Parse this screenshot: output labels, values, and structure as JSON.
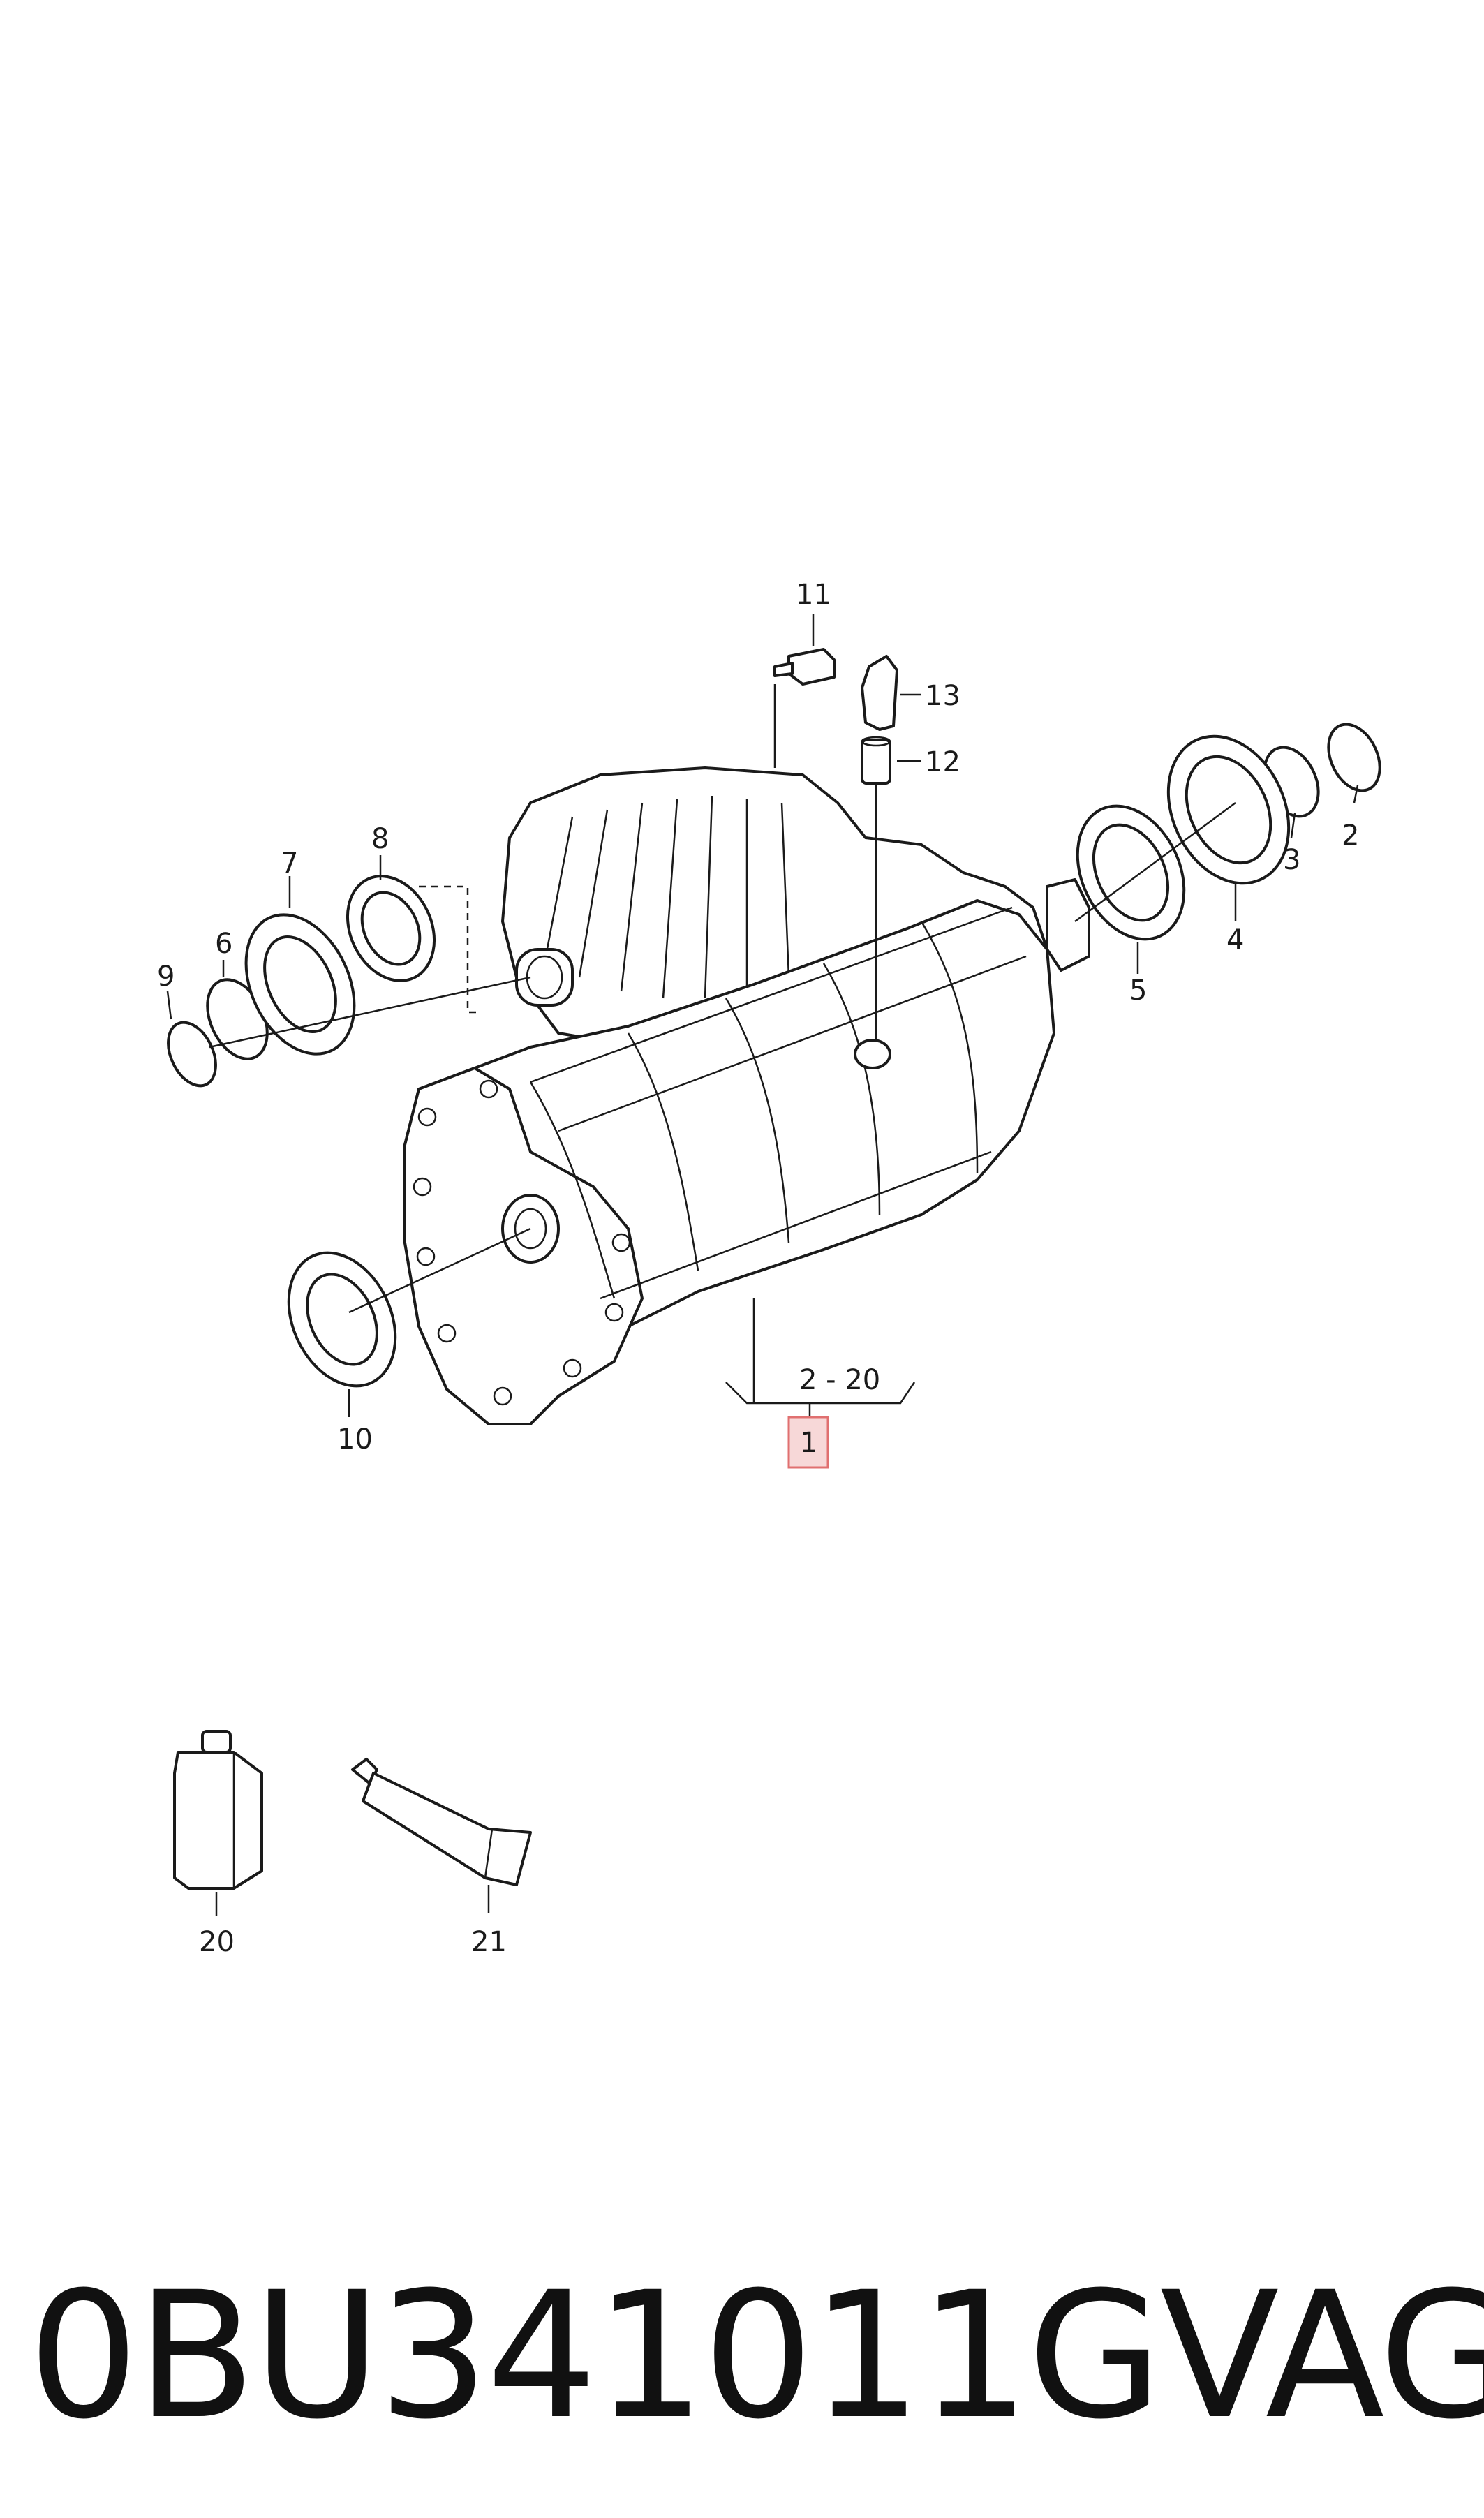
{
  "diagram": {
    "range_label": "2 - 20",
    "group_number": "1",
    "part_numbers": {
      "p2": "2",
      "p3": "3",
      "p4": "4",
      "p5": "5",
      "p6": "6",
      "p7": "7",
      "p8": "8",
      "p9": "9",
      "p10": "10",
      "p11": "11",
      "p12": "12",
      "p13": "13",
      "p20": "20",
      "p21": "21"
    },
    "highlight_color": "#e07070"
  },
  "footer": {
    "part_code": "0BU341011G",
    "brand": "VAG"
  }
}
